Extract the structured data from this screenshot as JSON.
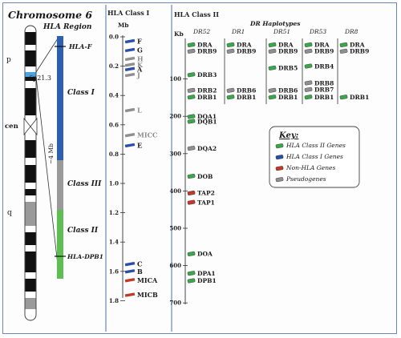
{
  "left": {
    "title": "Chromosome 6",
    "region_title": "HLA Region",
    "p_arm": "p",
    "q_arm": "q",
    "cen": "cen",
    "band": "6p21.3",
    "size": "~4 Mb",
    "hla_f": "HLA-F",
    "hla_dpb1": "HLA-DPB1",
    "class_i": "Class I",
    "class_iii": "Class III",
    "class_ii": "Class II",
    "colors": {
      "class_i": "#2f5fb5",
      "class_iii": "#9a9a9a",
      "class_ii": "#5cbf4f"
    }
  },
  "class1": {
    "title": "HLA Class I",
    "axis_unit": "Mb",
    "ticks": [
      "0.0",
      "0.2",
      "0.4",
      "0.6",
      "0.8",
      "1.0",
      "1.2",
      "1.4",
      "1.6",
      "1.8"
    ],
    "genes": [
      {
        "name": "F",
        "mb": 0.03,
        "color": "#2a4fa8",
        "style": "black"
      },
      {
        "name": "G",
        "mb": 0.09,
        "color": "#2a4fa8",
        "style": "black"
      },
      {
        "name": "H",
        "mb": 0.15,
        "color": "#8f8f8f",
        "style": "gray"
      },
      {
        "name": "K",
        "mb": 0.19,
        "color": "#8f8f8f",
        "style": "gray"
      },
      {
        "name": "A",
        "mb": 0.22,
        "color": "#2a4fa8",
        "style": "black"
      },
      {
        "name": "J",
        "mb": 0.26,
        "color": "#8f8f8f",
        "style": "gray"
      },
      {
        "name": "L",
        "mb": 0.5,
        "color": "#8f8f8f",
        "style": "gray"
      },
      {
        "name": "MICC",
        "mb": 0.67,
        "color": "#8f8f8f",
        "style": "gray"
      },
      {
        "name": "E",
        "mb": 0.74,
        "color": "#2a4fa8",
        "style": "black"
      },
      {
        "name": "C",
        "mb": 1.55,
        "color": "#2a4fa8",
        "style": "black"
      },
      {
        "name": "B",
        "mb": 1.6,
        "color": "#2a4fa8",
        "style": "black"
      },
      {
        "name": "MICA",
        "mb": 1.66,
        "color": "#c0392b",
        "style": "black"
      },
      {
        "name": "MICB",
        "mb": 1.76,
        "color": "#c0392b",
        "style": "black"
      }
    ]
  },
  "class2": {
    "title": "HLA Class II",
    "axis_unit": "Kb",
    "haplotypes_title": "DR Haplotypes",
    "ticks": [
      "100",
      "200",
      "300",
      "400",
      "500",
      "600",
      "700"
    ],
    "haplotypes": [
      "DR52",
      "DR1",
      "DR51",
      "DR53",
      "DR8"
    ],
    "dr52_genes": [
      {
        "name": "DRA",
        "kb": 8,
        "color": "#3aa84a"
      },
      {
        "name": "DRB9",
        "kb": 25,
        "color": "#8f8f8f"
      },
      {
        "name": "DRB3",
        "kb": 88,
        "color": "#3aa84a"
      },
      {
        "name": "DRB2",
        "kb": 130,
        "color": "#8f8f8f"
      },
      {
        "name": "DRB1",
        "kb": 148,
        "color": "#3aa84a"
      },
      {
        "name": "DQA1",
        "kb": 200,
        "color": "#3aa84a"
      },
      {
        "name": "DQB1",
        "kb": 213,
        "color": "#3aa84a"
      },
      {
        "name": "DQA2",
        "kb": 285,
        "color": "#8f8f8f"
      },
      {
        "name": "DOB",
        "kb": 360,
        "color": "#3aa84a"
      },
      {
        "name": "TAP2",
        "kb": 405,
        "color": "#c0392b"
      },
      {
        "name": "TAP1",
        "kb": 430,
        "color": "#c0392b"
      },
      {
        "name": "DOA",
        "kb": 568,
        "color": "#3aa84a"
      },
      {
        "name": "DPA1",
        "kb": 620,
        "color": "#3aa84a"
      },
      {
        "name": "DPB1",
        "kb": 640,
        "color": "#3aa84a"
      }
    ],
    "other_haplotypes": [
      {
        "genes": [
          {
            "name": "DRA",
            "kb": 8,
            "color": "#3aa84a"
          },
          {
            "name": "DRB9",
            "kb": 25,
            "color": "#8f8f8f"
          },
          {
            "name": "DRB6",
            "kb": 130,
            "color": "#8f8f8f"
          },
          {
            "name": "DRB1",
            "kb": 148,
            "color": "#3aa84a"
          }
        ]
      },
      {
        "genes": [
          {
            "name": "DRA",
            "kb": 8,
            "color": "#3aa84a"
          },
          {
            "name": "DRB9",
            "kb": 25,
            "color": "#8f8f8f"
          },
          {
            "name": "DRB5",
            "kb": 70,
            "color": "#3aa84a"
          },
          {
            "name": "DRB6",
            "kb": 130,
            "color": "#8f8f8f"
          },
          {
            "name": "DRB1",
            "kb": 148,
            "color": "#3aa84a"
          }
        ]
      },
      {
        "genes": [
          {
            "name": "DRA",
            "kb": 8,
            "color": "#3aa84a"
          },
          {
            "name": "DRB9",
            "kb": 25,
            "color": "#8f8f8f"
          },
          {
            "name": "DRB4",
            "kb": 65,
            "color": "#3aa84a"
          },
          {
            "name": "DRB8",
            "kb": 110,
            "color": "#8f8f8f"
          },
          {
            "name": "DRB7",
            "kb": 128,
            "color": "#8f8f8f"
          },
          {
            "name": "DRB1",
            "kb": 148,
            "color": "#3aa84a"
          }
        ]
      },
      {
        "genes": [
          {
            "name": "DRA",
            "kb": 8,
            "color": "#3aa84a"
          },
          {
            "name": "DRB9",
            "kb": 25,
            "color": "#8f8f8f"
          },
          {
            "name": "DRB1",
            "kb": 148,
            "color": "#3aa84a"
          }
        ]
      }
    ]
  },
  "key": {
    "title": "Key:",
    "items": [
      {
        "label": "HLA Class II Genes",
        "color": "#3aa84a"
      },
      {
        "label": "HLA Class I Genes",
        "color": "#2a4fa8"
      },
      {
        "label": "Non-HLA Genes",
        "color": "#c0392b"
      },
      {
        "label": "Pseudogenes",
        "color": "#8f8f8f"
      }
    ]
  }
}
